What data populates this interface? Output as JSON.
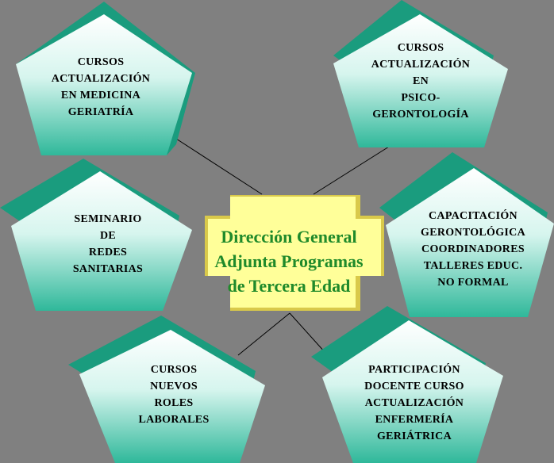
{
  "center": {
    "lines": [
      "Dirección General",
      "Adjunta Programas",
      "de Tercera Edad"
    ],
    "text_color": "#1f8a2a",
    "fill_color": "#ffff99"
  },
  "nodes": [
    {
      "lines": [
        "CURSOS",
        "ACTUALIZACIÓN",
        "EN MEDICINA",
        "GERIATRÍA"
      ]
    },
    {
      "lines": [
        "CURSOS",
        "ACTUALIZACIÓN",
        "EN",
        "PSICO-",
        "GERONTOLOGÍA"
      ]
    },
    {
      "lines": [
        "SEMINARIO",
        "DE",
        "REDES",
        "SANITARIAS"
      ]
    },
    {
      "lines": [
        "CAPACITACIÓN",
        "GERONTOLÓGICA",
        "COORDINADORES",
        "TALLERES EDUC.",
        "NO FORMAL"
      ]
    },
    {
      "lines": [
        "CURSOS",
        "NUEVOS",
        "ROLES",
        "LABORALES"
      ]
    },
    {
      "lines": [
        "PARTICIPACIÓN",
        "DOCENTE CURSO",
        "ACTUALIZACIÓN",
        "ENFERMERÍA",
        "GERIÁTRICA"
      ]
    }
  ],
  "colors": {
    "background": "#808080",
    "pentagon_top": "#ffffff",
    "pentagon_bottom": "#2fb89a",
    "pentagon_side": "#1a9c7e",
    "connector": "#000000"
  }
}
